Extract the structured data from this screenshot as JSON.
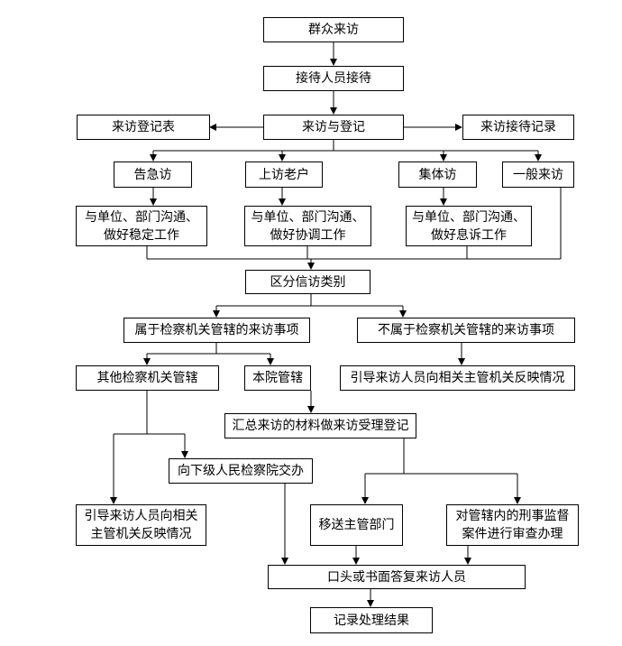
{
  "nodes": {
    "visit": "群众来访",
    "reception": "接待人员接待",
    "register": "来访与登记",
    "register_form": "来访登记表",
    "reception_record": "来访接待记录",
    "urgent": "告急访",
    "veteran": "上访老户",
    "collective": "集体访",
    "general": "一般来访",
    "comm_stable_1": "与单位、部门沟通、",
    "comm_stable_2": "做好稳定工作",
    "comm_coord_1": "与单位、部门沟通、",
    "comm_coord_2": "做好协调工作",
    "comm_calm_1": "与单位、部门沟通、",
    "comm_calm_2": "做好息诉工作",
    "classify": "区分信访类别",
    "in_scope": "属于检察机关管辖的来访事项",
    "out_scope": "不属于检察机关管辖的来访事项",
    "other_proc": "其他检察机关管辖",
    "this_court": "本院管辖",
    "guide_top": "引导来访人员向相关主管机关反映情况",
    "summarize": "汇总来访的材料做来访受理登记",
    "transfer_lower": "向下级人民检察院交办",
    "guide_left_1": "引导来访人员向相关",
    "guide_left_2": "主管机关反映情况",
    "transfer_dept": "移送主管部门",
    "review_1": "对管辖内的刑事监督",
    "review_2": "案件进行审查办理",
    "reply": "口头或书面答复来访人员",
    "record": "记录处理结果"
  }
}
